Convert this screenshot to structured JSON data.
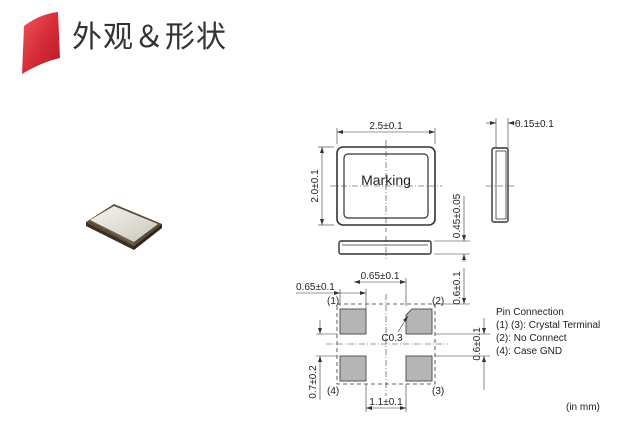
{
  "header": {
    "title": "外观＆形状"
  },
  "colors": {
    "accent": "#d42a35",
    "line": "#333333",
    "pad": "#b5b5b5"
  },
  "drawing": {
    "top_view": {
      "width_dim": "2.5±0.1",
      "height_dim": "2.0±0.1",
      "marking": "Marking"
    },
    "side_right": {
      "thickness_dim": "0.15±0.1"
    },
    "side_bottom": {
      "height_dim": "0.45±0.05"
    },
    "bottom_view": {
      "pad_width_dim": "0.65±0.1",
      "pad_pitch_dim": "0.65±0.1",
      "pad_height_dim": "0.6±0.1",
      "pad_offset_dim": "0.6±0.1",
      "pad_gap_dim": "0.7±0.2",
      "pad_spacing_dim": "1.1±0.1",
      "chamfer": "C0.3",
      "pin1": "(1)",
      "pin2": "(2)",
      "pin3": "(3)",
      "pin4": "(4)"
    },
    "pin_connection": {
      "title": "Pin Connection",
      "items": [
        "(1) (3): Crystal Terminal",
        "(2): No Connect",
        "(4): Case GND"
      ]
    },
    "unit_note": "(in mm)"
  }
}
